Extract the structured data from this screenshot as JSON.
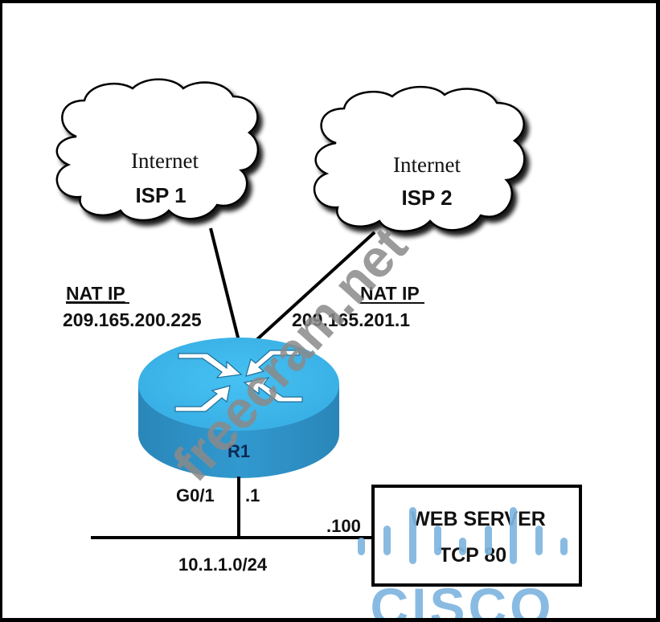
{
  "diagram": {
    "title": "NAT topology with dual ISP",
    "clouds": [
      {
        "id": "isp1",
        "line1": "Internet",
        "line2": "ISP 1"
      },
      {
        "id": "isp2",
        "line1": "Internet",
        "line2": "ISP 2"
      }
    ],
    "nat": [
      {
        "label": "NAT IP",
        "ip": "209.165.200.225"
      },
      {
        "label": "NAT IP",
        "ip": "209.165.201.1"
      }
    ],
    "router": {
      "name": "R1",
      "interface": "G0/1",
      "interface_host": ".1",
      "color_top": "#3fb8ec",
      "color_side": "#2f95c9"
    },
    "lan": {
      "subnet": "10.1.1.0/24",
      "server_host": ".100"
    },
    "server": {
      "line1": "WEB SERVER",
      "line2": "TCP 80"
    }
  },
  "watermarks": {
    "site": "freecram.net",
    "logo_text": "CISCO",
    "logo_color": "#7fb6e0",
    "site_color": "#8a8a8a"
  }
}
